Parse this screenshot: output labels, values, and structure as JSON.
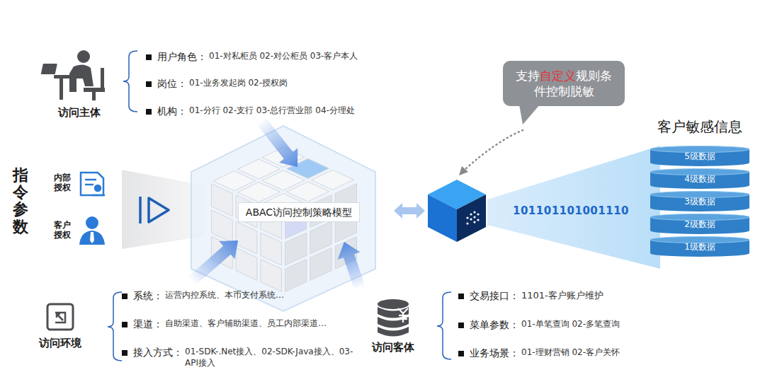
{
  "diagram": {
    "nodes": [
      {
        "text": [
          "支持自定义规则条件控制脱敏"
        ]
      },
      {
        "text": [
          "ABAC访问控制策略模型"
        ]
      },
      {
        "text": [
          "101101101001110"
        ]
      },
      {
        "text": [
          "客户敏感信息"
        ]
      },
      {
        "text": [
          "5级数据"
        ],
        "in": 3
      },
      {
        "text": [
          "4级数据"
        ],
        "in": 3
      },
      {
        "text": [
          "3级数据"
        ],
        "in": 3
      },
      {
        "text": [
          "2级数据"
        ],
        "in": 3
      },
      {
        "text": [
          "1级数据"
        ],
        "in": 3
      }
    ],
    "labels": [
      "访问主体",
      "用户角色：",
      "01-对私柜员 02-对公柜员 03-客户本人",
      "岗位：",
      "01-业务发起岗 02-授权岗",
      "机构：",
      "01-分行 02-支行 03-总行营业部 04-分理处",
      "指令参数",
      "内部授权",
      "客户授权",
      "系统：",
      "运营内控系统、本币支付系统…",
      "渠道：",
      "自助渠道、客户辅助渠道、员工内部渠道…",
      "接入方式：",
      "01-SDK-.Net接入、02-SDK-Java接入、03-API接入",
      "访问环境",
      "交易接口：",
      "1101-客户账户维护",
      "菜单参数：",
      "01-单笔查询 02-多笔查询",
      "业务场景：",
      "01-理财营销 02-客户关怀",
      "访问客体"
    ]
  }
}
